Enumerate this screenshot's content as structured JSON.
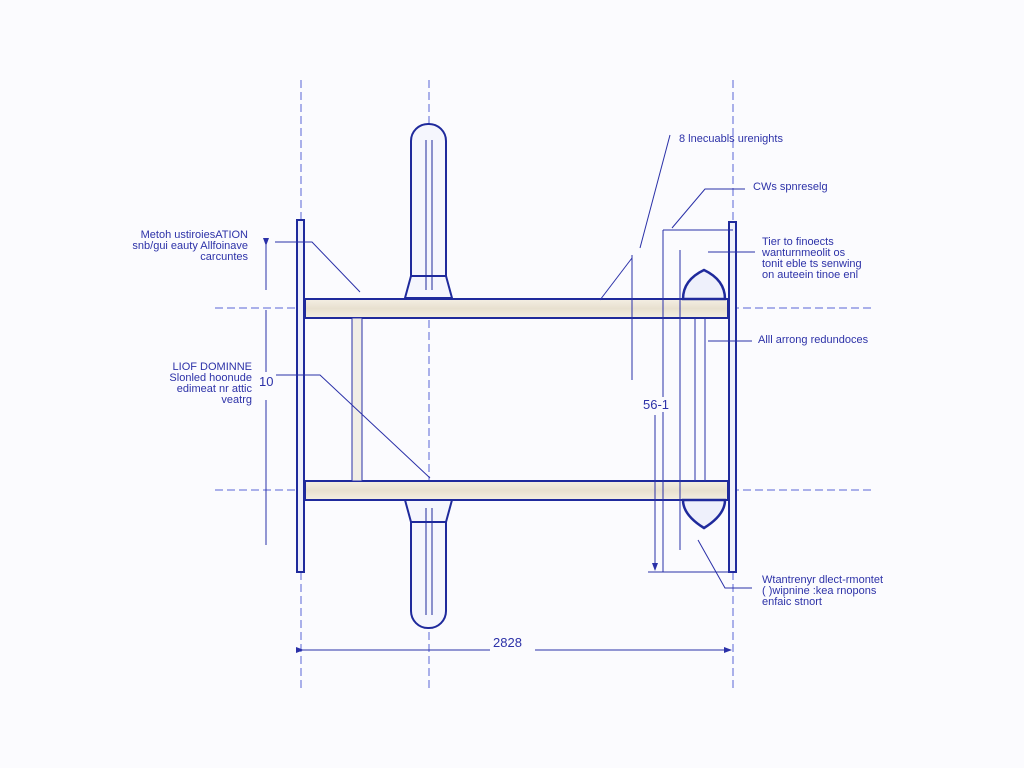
{
  "colors": {
    "ink": "#1f2a9c",
    "construction": "#5a66d6",
    "paper": "#fbfbfe"
  },
  "dimensions": {
    "overall_width": "2828",
    "vertical_span": "56-1",
    "left_height": "10"
  },
  "callouts": {
    "top_left": [
      "Metoh ustiroiesATION",
      "snb/gui eauty Allfoinave",
      "carcuntes"
    ],
    "mid_left": [
      "LIOF DOMINNE",
      "Slonled hoonude",
      "edimeat nr attic",
      "veatrg"
    ],
    "top_center": [
      "8 lnecuabls urenights"
    ],
    "top_right": [
      "CWs spnreselg"
    ],
    "right_block": [
      "Tier to finoects",
      "wanturnmeolit os",
      "tonit eble ts senwing",
      "on auteein tinoe enl"
    ],
    "right_mid": [
      "Alll arrong redundoces"
    ],
    "bottom_right": [
      "Wtantrenyr dlect-rmontet",
      "( )wipnine :kea rnopons",
      "enfaic stnort"
    ]
  }
}
